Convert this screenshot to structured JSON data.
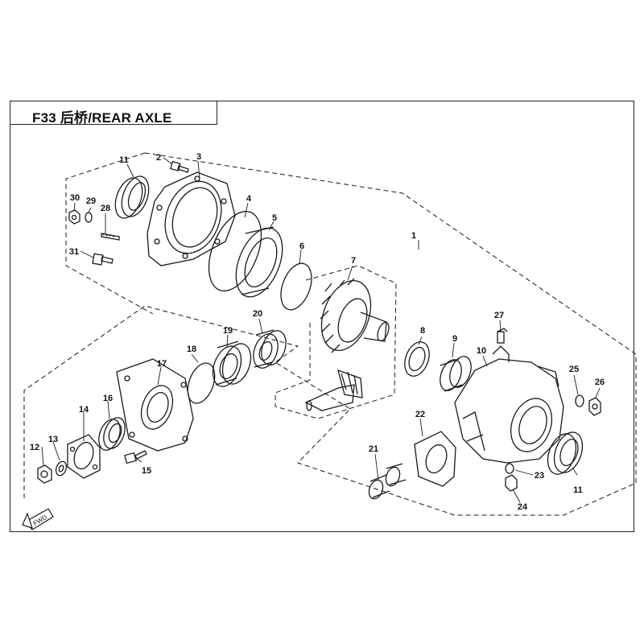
{
  "title": "F33 后桥/REAR AXLE",
  "fwd_label": "FWD",
  "callouts": [
    "1",
    "2",
    "3",
    "4",
    "5",
    "6",
    "7",
    "8",
    "9",
    "10",
    "11",
    "11",
    "12",
    "13",
    "14",
    "15",
    "16",
    "17",
    "18",
    "19",
    "20",
    "21",
    "22",
    "23",
    "24",
    "25",
    "26",
    "27",
    "28",
    "29",
    "30",
    "31"
  ],
  "colors": {
    "line": "#1a1a1a",
    "dash": "#333333",
    "background": "#ffffff"
  }
}
